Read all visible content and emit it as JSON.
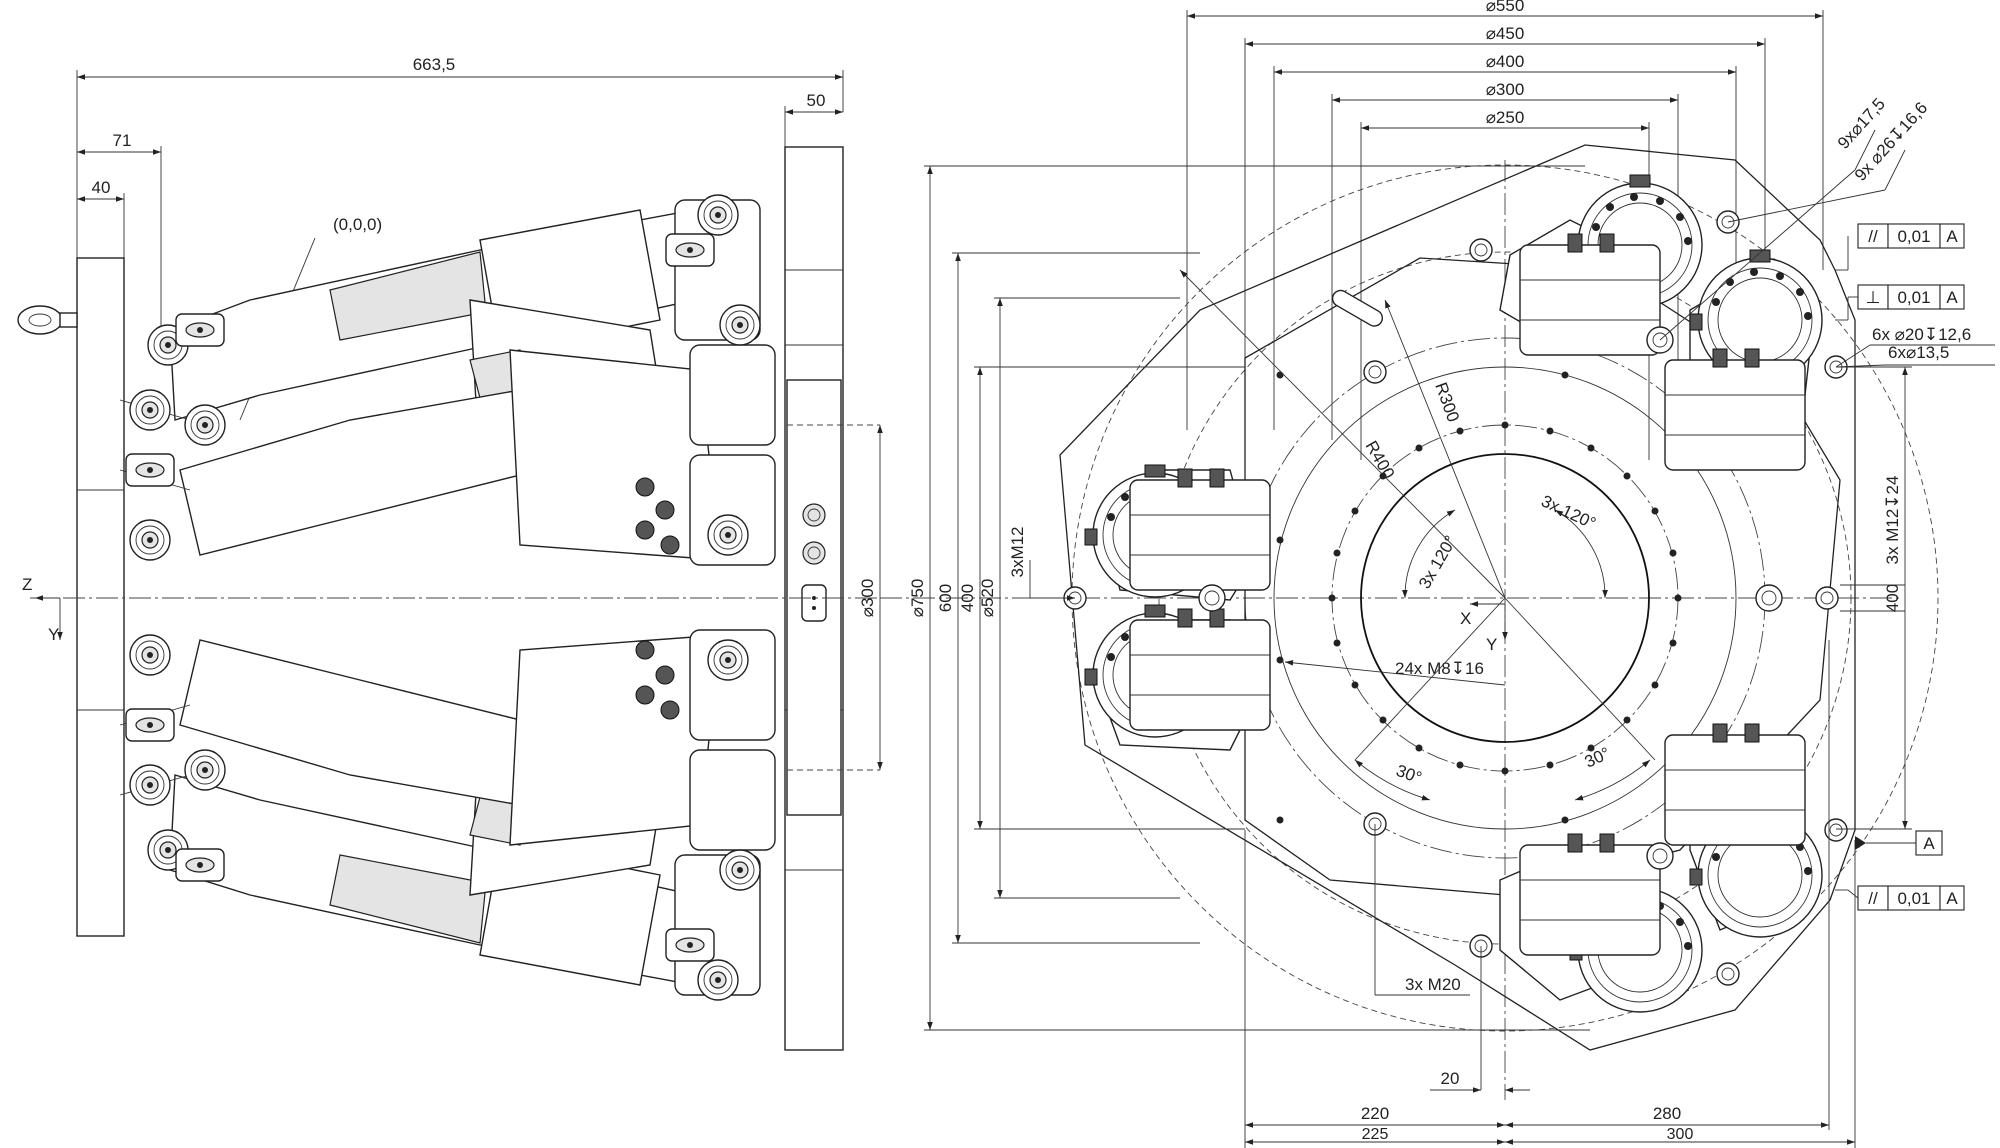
{
  "side_view": {
    "dimensions": {
      "overall_length": "663,5",
      "plate_width": "50",
      "offset_71": "71",
      "offset_40": "40",
      "origin_label": "(0,0,0)",
      "diameter_300": "⌀300"
    },
    "axes": {
      "z": "Z",
      "y": "Y"
    }
  },
  "top_view": {
    "diameters": [
      "⌀550",
      "⌀450",
      "⌀400",
      "⌀300",
      "⌀250"
    ],
    "vertical_dims": [
      "⌀750",
      "600",
      "400",
      "⌀520",
      "3xM12"
    ],
    "radii": {
      "r300": "R300",
      "r400": "R400"
    },
    "angles": {
      "a120_a": "3x 120°",
      "a120_b": "3x 120°",
      "a30_left": "30°",
      "a30_right": "30°"
    },
    "threads": {
      "m8": "24x M8↧16",
      "m20": "3x M20",
      "m12_side": "3x M12↧24"
    },
    "hole_callouts": {
      "h17": "9x⌀17,5",
      "h26": "9x ⌀26↧16,6",
      "h20": "6x ⌀20↧12,6",
      "h13": "6x⌀13,5"
    },
    "right_dim": "400",
    "axes": {
      "x": "X",
      "y": "Y"
    },
    "bottom_dims": {
      "d20": "20",
      "d220": "220",
      "d280": "280",
      "d225": "225",
      "d300": "300"
    },
    "tolerances": {
      "top_parallel": {
        "symbol": "//",
        "value": "0,01",
        "datum": "A"
      },
      "perpendicular": {
        "symbol": "⊥",
        "value": "0,01",
        "datum": "A"
      },
      "bottom_parallel": {
        "symbol": "//",
        "value": "0,01",
        "datum": "A"
      },
      "datum_label": "A"
    }
  }
}
